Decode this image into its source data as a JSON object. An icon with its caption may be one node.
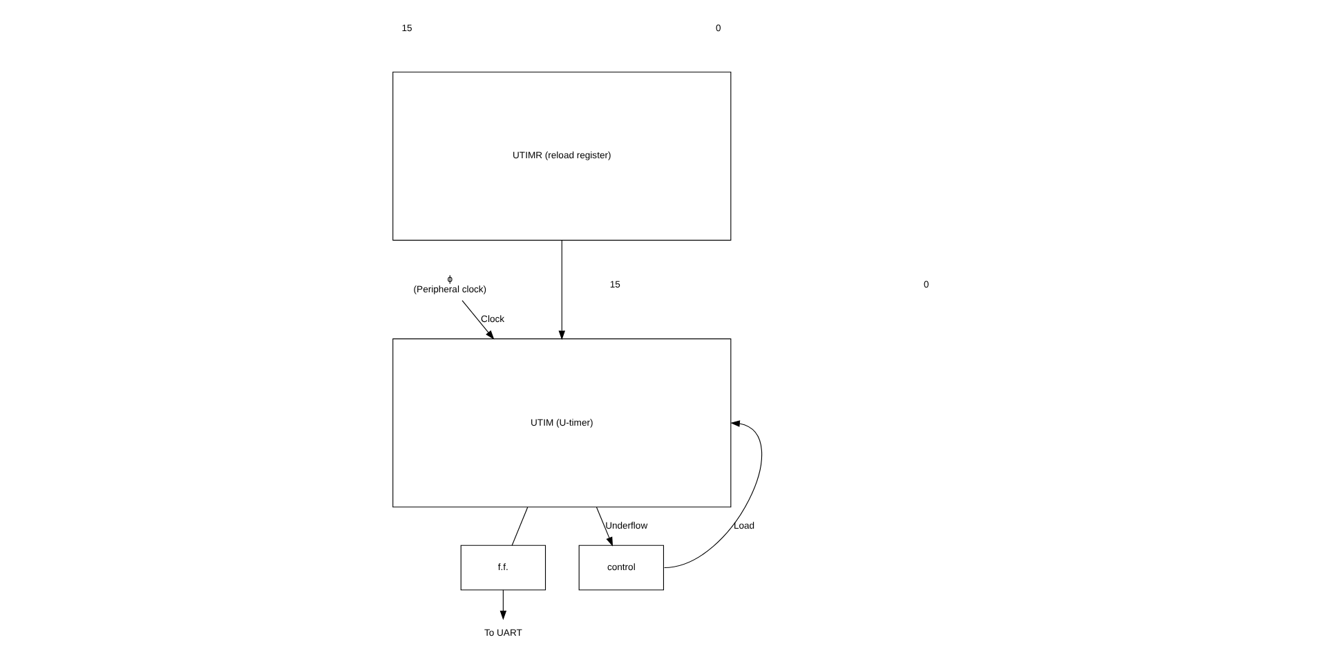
{
  "diagram": {
    "nodes": [
      {
        "text": [
          "UTIMR (reload register)"
        ]
      },
      {
        "text": [
          "UTIM (U-timer)"
        ]
      },
      {
        "text": [
          "control"
        ]
      },
      {
        "text": [
          "f.f."
        ]
      },
      {
        "text": [
          "ϕ",
          "(Peripheral clock)"
        ]
      },
      {
        "text": [
          "To UART"
        ]
      }
    ],
    "edges": [
      {
        "from": 0,
        "to": 1,
        "arrow": "to"
      },
      {
        "from": 2,
        "to": 1,
        "arrow": "to",
        "label": "Load"
      },
      {
        "from": 4,
        "to": 1,
        "arrow": "to",
        "label": "Clock"
      },
      {
        "from": 1,
        "to": 2,
        "arrow": "to",
        "label": "Underflow"
      },
      {
        "from": 1,
        "to": 3,
        "arrow": "none"
      },
      {
        "from": 3,
        "to": 5,
        "arrow": "to"
      }
    ],
    "labels": [
      "15",
      "0",
      "15",
      "0"
    ]
  }
}
